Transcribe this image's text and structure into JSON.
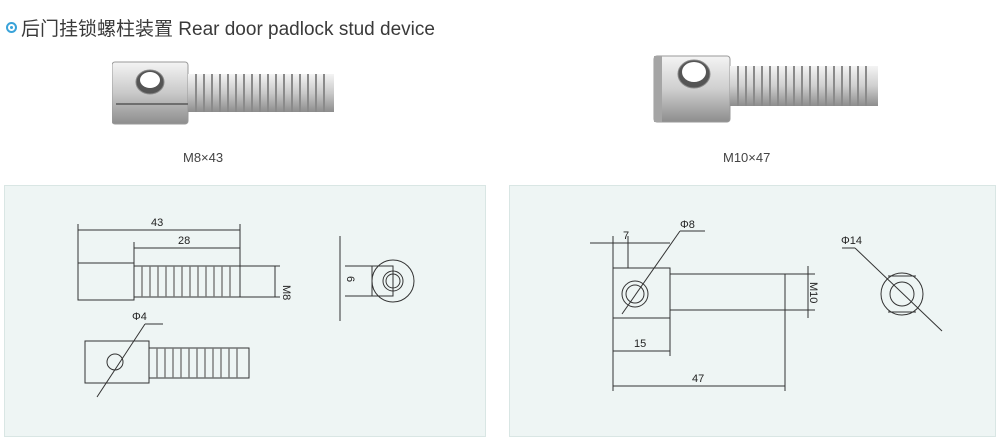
{
  "title": "后门挂锁螺柱装置 Rear door padlock stud device",
  "products": [
    {
      "caption": "M8×43"
    },
    {
      "caption": "M10×47"
    }
  ],
  "drawing_left": {
    "dim_overall": "43",
    "dim_thread": "28",
    "dim_thread_size": "M8",
    "dim_end_width": "6",
    "dim_hole": "Φ4"
  },
  "drawing_right": {
    "dim_head": "7",
    "dim_hole": "Φ8",
    "dim_thread_size": "M10",
    "dim_end_dia": "Φ14",
    "dim_head_len": "15",
    "dim_overall": "47"
  }
}
